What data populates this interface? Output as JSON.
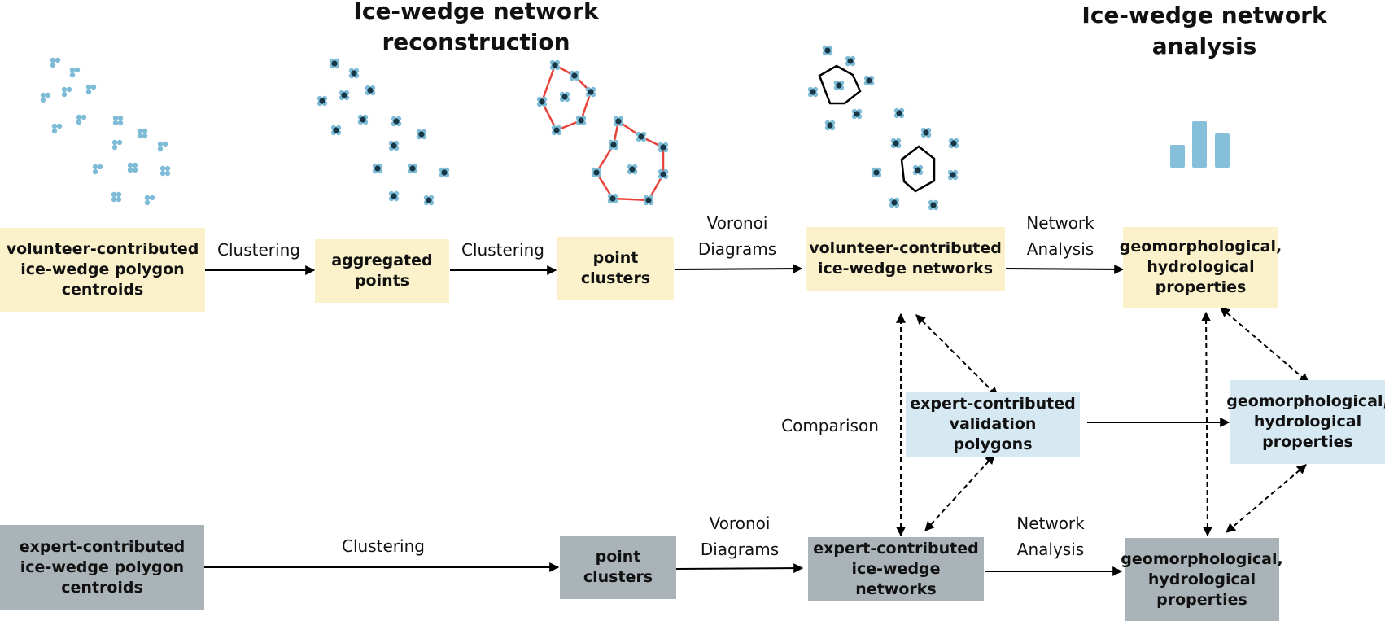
{
  "titles": {
    "reconstruction": "Ice-wedge network reconstruction",
    "analysis": "Ice-wedge network analysis"
  },
  "nodes": {
    "volunteer_centroids": "volunteer-contributed ice-wedge polygon centroids",
    "aggregated_points": "aggregated points",
    "volunteer_point_clusters": "point clusters",
    "volunteer_networks": "volunteer-contributed ice-wedge networks",
    "volunteer_properties": "geomorphological, hydrological properties",
    "validation_polygons": "expert-contributed validation polygons",
    "validation_properties": "geomorphological, hydrological properties",
    "expert_centroids": "expert-contributed ice-wedge polygon centroids",
    "expert_point_clusters": "point clusters",
    "expert_networks": "expert-contributed ice-wedge networks",
    "expert_properties": "geomorphological, hydrological properties"
  },
  "edge_labels": {
    "clustering_1": "Clustering",
    "clustering_2": "Clustering",
    "voronoi_top": "Voronoi Diagrams",
    "network_analysis_top": "Network Analysis",
    "comparison": "Comparison",
    "clustering_bottom": "Clustering",
    "voronoi_bottom": "Voronoi Diagrams",
    "network_analysis_bottom": "Network Analysis"
  },
  "colors": {
    "volunteer": "#fbf2cb",
    "validation": "#d6e9f2",
    "expert": "#aab4b8",
    "point_light": "#7dbbd6",
    "point_dark": "#173746",
    "convex_hull": "#e8433a",
    "voronoi_cell": "#000000",
    "bar_icon": "#86bfd9"
  },
  "icons": {
    "centroids": "scattered-points-icon",
    "aggregated": "aggregated-points-icon",
    "clusters": "convex-hull-clusters-icon",
    "networks": "voronoi-cells-icon",
    "analysis": "bar-chart-icon"
  }
}
